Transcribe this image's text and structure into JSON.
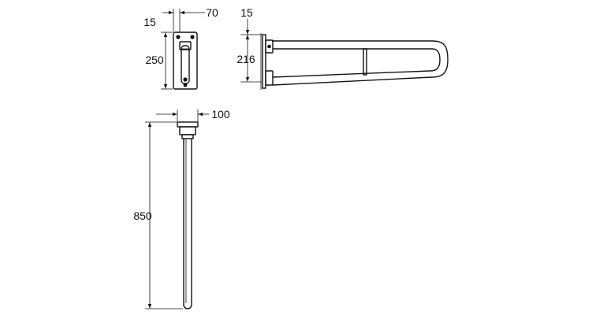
{
  "drawing": {
    "dimensions": {
      "front_offset": "15",
      "front_width": "70",
      "front_height": "250",
      "side_offset": "15",
      "side_height": "216",
      "top_width": "100",
      "top_length": "850"
    }
  }
}
